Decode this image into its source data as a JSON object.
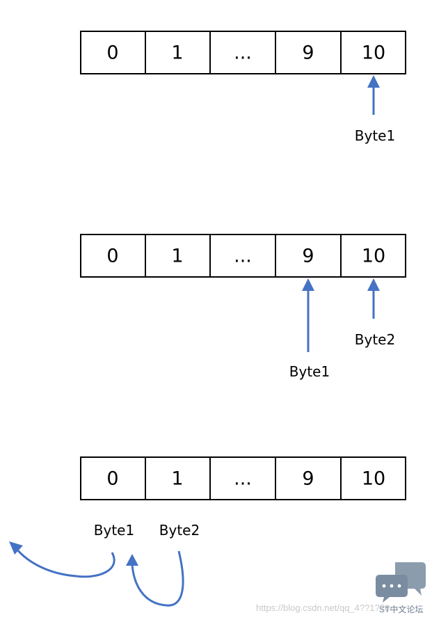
{
  "arrays": [
    {
      "cells": [
        "0",
        "1",
        "...",
        "9",
        "10"
      ]
    },
    {
      "cells": [
        "0",
        "1",
        "...",
        "9",
        "10"
      ]
    },
    {
      "cells": [
        "0",
        "1",
        "...",
        "9",
        "10"
      ]
    }
  ],
  "pointers": {
    "row1_byte1": "Byte1",
    "row2_byte1": "Byte1",
    "row2_byte2": "Byte2",
    "row3_byte1": "Byte1",
    "row3_byte2": "Byte2"
  },
  "watermark": {
    "url": "https://blog.csdn.net/qq_4??1??6",
    "brand": "ST中文论坛"
  },
  "colors": {
    "arrow": "#4472C4",
    "cell_border": "#000000"
  }
}
